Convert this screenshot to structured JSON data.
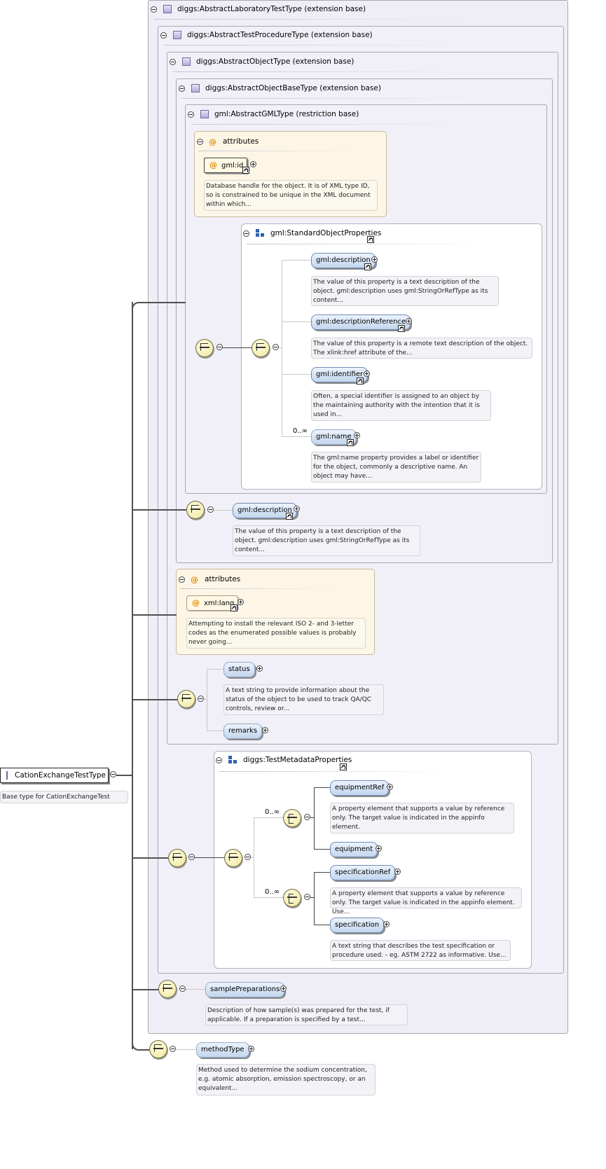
{
  "boxes": {
    "lab": "diggs:AbstractLaboratoryTestType (extension base)",
    "proc": "diggs:AbstractTestProcedureType (extension base)",
    "obj": "diggs:AbstractObjectType (extension base)",
    "objbase": "diggs:AbstractObjectBaseType (extension base)",
    "gml": "gml:AbstractGMLType (restriction base)"
  },
  "attrs1": {
    "title": "attributes",
    "gml_id": "gml:id",
    "gml_id_doc": "Database handle for the object. It is of XML type ID, so is constrained to be unique in the XML document within which..."
  },
  "std": {
    "title": "gml:StandardObjectProperties",
    "description": "gml:description",
    "description_doc": "The value of this property is a text description of the object. gml:description uses gml:StringOrRefType as its content...",
    "descriptionReference": "gml:descriptionReference",
    "descriptionReference_doc": "The value of this property is a remote text description of the object. The xlink:href attribute of the...",
    "identifier": "gml:identifier",
    "identifier_doc": "Often, a special identifier is assigned to an object by the maintaining authority with the intention that it is used in...",
    "name": "gml:name",
    "name_doc": "The gml:name property provides a label or identifier for the object, commonly a descriptive name. An object may have...",
    "name_occ": "0..∞"
  },
  "desc2": {
    "label": "gml:description",
    "doc": "The value of this property is a text description of the object. gml:description uses gml:StringOrRefType as its content..."
  },
  "attrs2": {
    "title": "attributes",
    "xml_lang": "xml:lang",
    "xml_lang_doc": "Attempting to install the relevant ISO 2- and 3-letter codes as the enumerated possible values is probably never going..."
  },
  "status": {
    "label": "status",
    "doc": "A text string to provide information about the status of the object to be used to track QA/QC controls, review or...",
    "remarks": "remarks"
  },
  "meta": {
    "title": "diggs:TestMetadataProperties",
    "occ1": "0..∞",
    "occ2": "0..∞",
    "equipmentRef": "equipmentRef",
    "equipmentRef_doc": "A property element that supports a value by reference only. The target value is indicated in the appinfo element.",
    "equipment": "equipment",
    "specificationRef": "specificationRef",
    "specificationRef_doc": "A property element that supports a value by reference only. The target value is indicated in the appinfo element. Use...",
    "specification": "specification",
    "specification_doc": "A text string that describes the test specification or procedure used. - eg. ASTM 2722 as informative. Use..."
  },
  "sample": {
    "label": "samplePreparations",
    "doc": "Description of how sample(s) was prepared for the test, if applicable. If a preparation is specified by a test..."
  },
  "method": {
    "label": "methodType",
    "doc": "Method used to determine the sodium concentration, e.g. atomic absorption, emission spectroscopy, or an equivalent..."
  },
  "root": {
    "label": "CationExchangeTestType",
    "doc": "Base type for CationExchangeTest"
  }
}
